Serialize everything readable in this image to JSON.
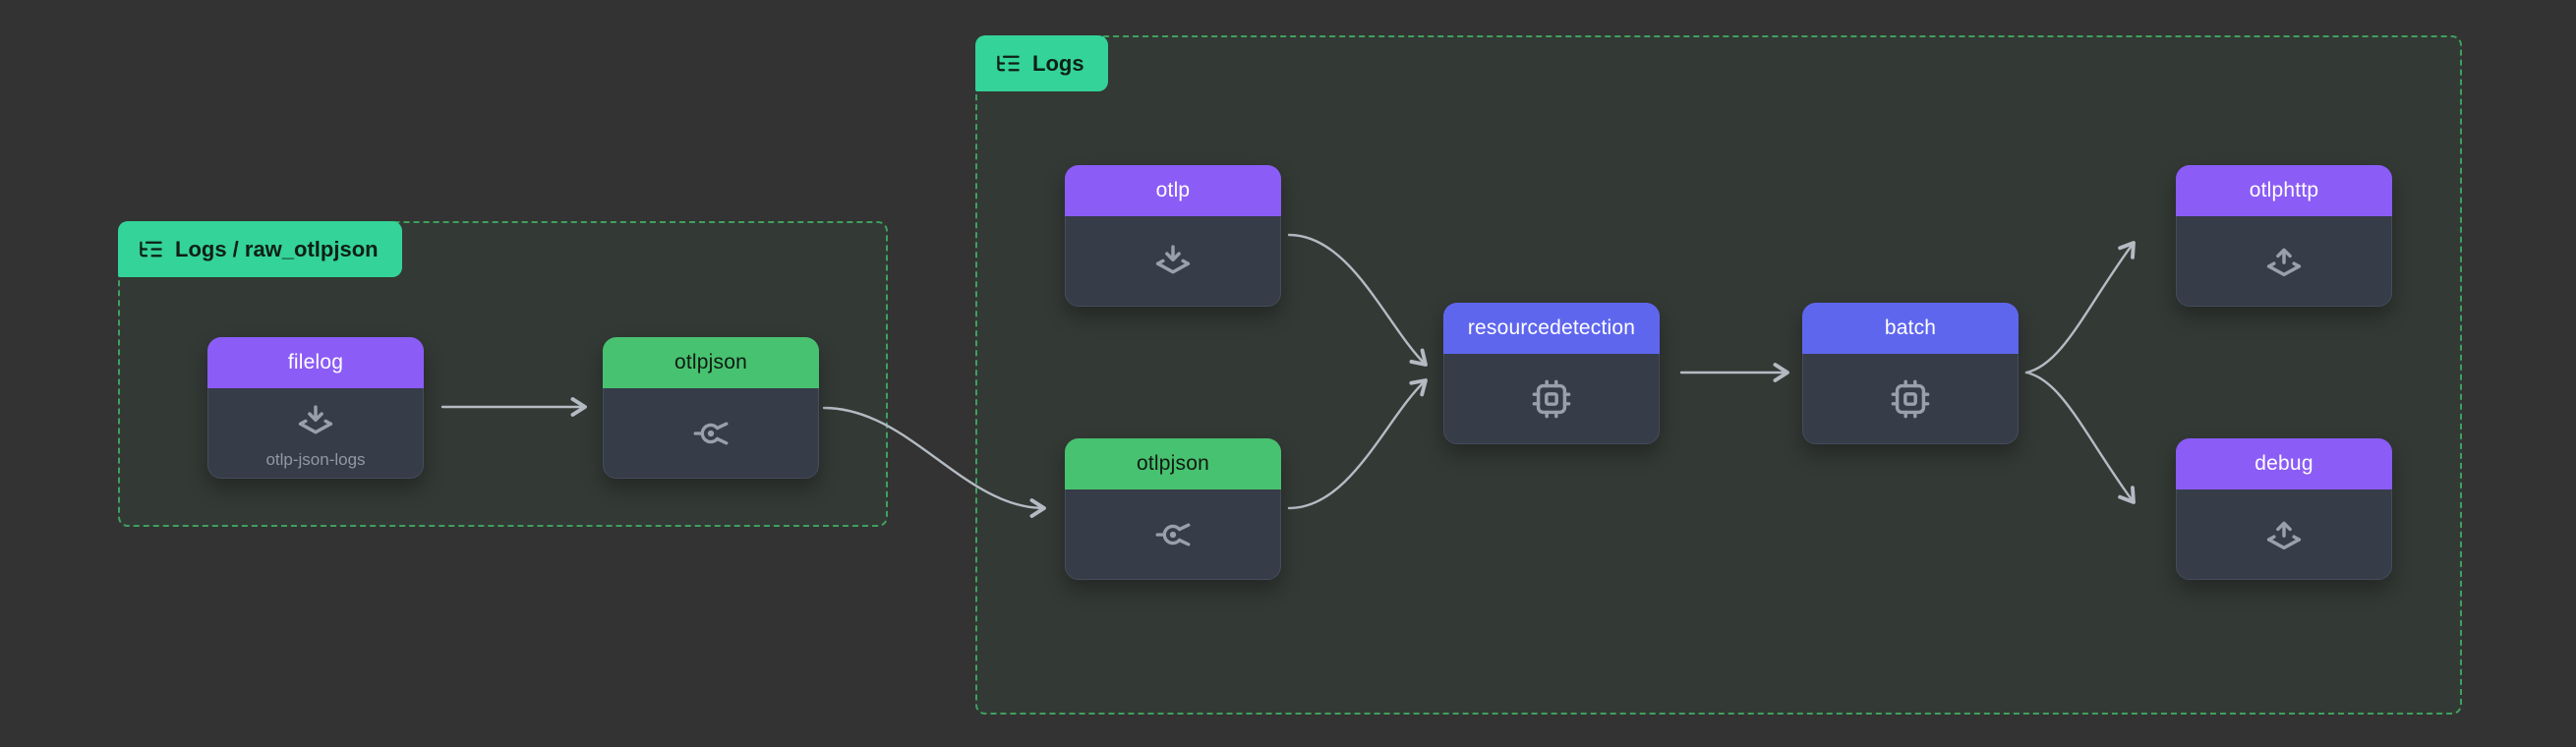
{
  "colors": {
    "canvas_bg": "#323332",
    "group_border": "#3fa05e",
    "group_tab_bg": "#34d399",
    "group_tab_text": "#0f1f17",
    "receiver_header": "#8b5cf6",
    "processor_header": "#5f66ee",
    "connector_header": "#47c270",
    "exporter_header": "#8b5cf6",
    "node_body": "#363c48",
    "header_text_light": "#ffffff",
    "header_text_dark": "#101912",
    "subtitle_text": "#9099a4",
    "icon_stroke": "#99a0ab",
    "edge_stroke": "#b5bbc3"
  },
  "groups": [
    {
      "id": "logs_raw_otlpjson",
      "label": "Logs / raw_otlpjson",
      "icon": "list-tree-icon"
    },
    {
      "id": "logs",
      "label": "Logs",
      "icon": "list-tree-icon"
    }
  ],
  "nodes": [
    {
      "id": "filelog",
      "label": "filelog",
      "kind": "receiver",
      "icon": "receiver-icon",
      "subtitle": "otlp-json-logs",
      "header_color": "#8b5cf6",
      "group": "logs_raw_otlpjson"
    },
    {
      "id": "otlpjson_raw",
      "label": "otlpjson",
      "kind": "connector",
      "icon": "connector-icon",
      "header_color": "#47c270",
      "group": "logs_raw_otlpjson"
    },
    {
      "id": "otlp",
      "label": "otlp",
      "kind": "receiver",
      "icon": "receiver-icon",
      "header_color": "#8b5cf6",
      "group": "logs"
    },
    {
      "id": "otlpjson",
      "label": "otlpjson",
      "kind": "connector",
      "icon": "connector-icon",
      "header_color": "#47c270",
      "group": "logs"
    },
    {
      "id": "resourcedetection",
      "label": "resourcedetection",
      "kind": "processor",
      "icon": "cpu-icon",
      "header_color": "#5f66ee",
      "group": "logs"
    },
    {
      "id": "batch",
      "label": "batch",
      "kind": "processor",
      "icon": "cpu-icon",
      "header_color": "#5f66ee",
      "group": "logs"
    },
    {
      "id": "otlphttp",
      "label": "otlphttp",
      "kind": "exporter",
      "icon": "exporter-icon",
      "header_color": "#8b5cf6",
      "group": "logs"
    },
    {
      "id": "debug",
      "label": "debug",
      "kind": "exporter",
      "icon": "exporter-icon",
      "header_color": "#8b5cf6",
      "group": "logs"
    }
  ],
  "edges": [
    {
      "from": "filelog",
      "to": "otlpjson_raw"
    },
    {
      "from": "otlpjson_raw",
      "to": "otlpjson"
    },
    {
      "from": "otlp",
      "to": "resourcedetection"
    },
    {
      "from": "otlpjson",
      "to": "resourcedetection"
    },
    {
      "from": "resourcedetection",
      "to": "batch"
    },
    {
      "from": "batch",
      "to": "otlphttp"
    },
    {
      "from": "batch",
      "to": "debug"
    }
  ]
}
